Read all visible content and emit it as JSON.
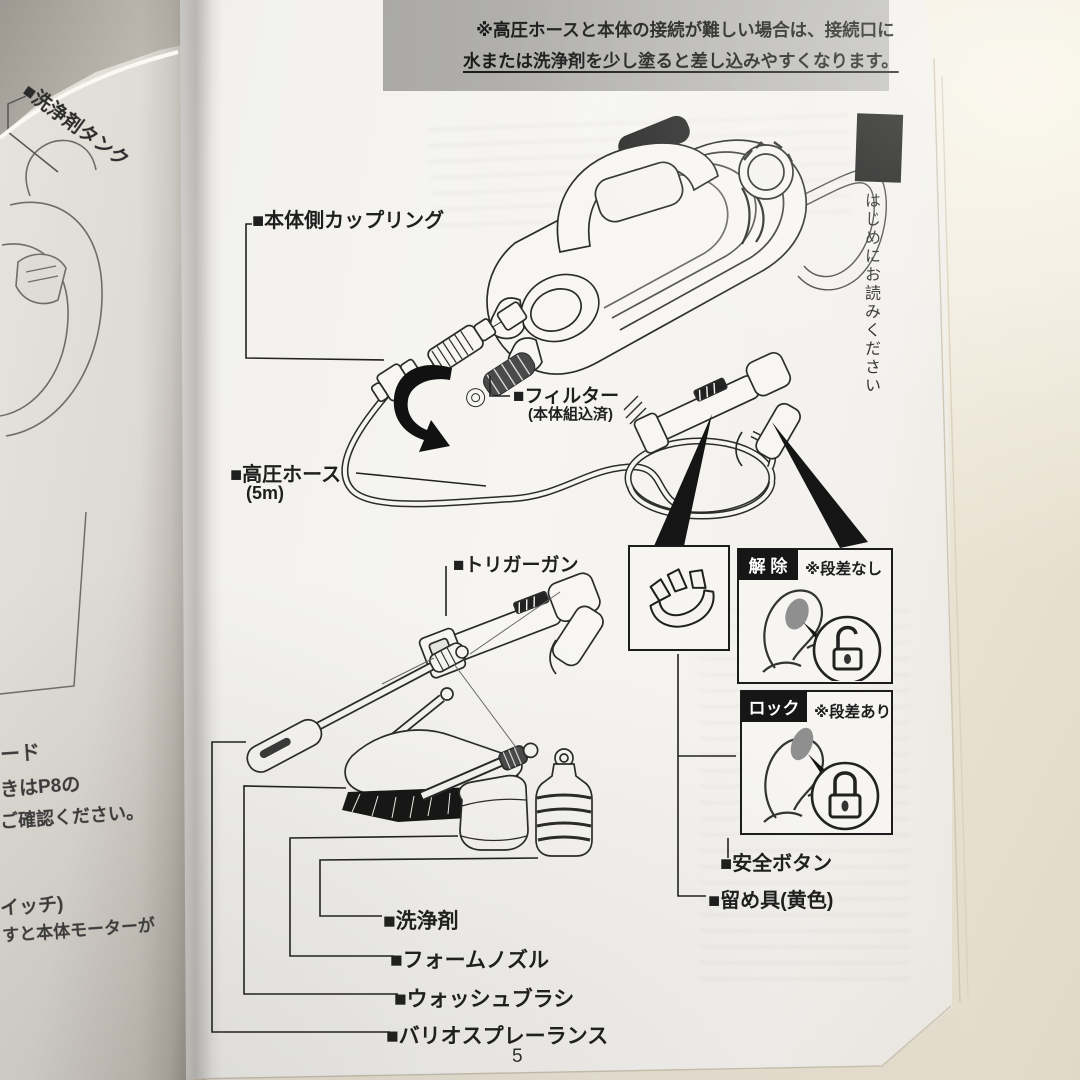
{
  "banner": {
    "line1": "※高圧ホースと本体の接続が難しい場合は、接続口に",
    "line2": "水または洗浄剤を少し塗ると差し込みやすくなります。"
  },
  "sidebar_tab": {
    "label": "はじめにお読みください"
  },
  "left_page": {
    "tank_label": "■洗浄剤タンク",
    "fragment1": "ード",
    "fragment2": "きはP8の",
    "fragment3": "ご確認ください。",
    "fragment4": "イッチ)",
    "fragment5": "すと本体モーターが"
  },
  "labels": {
    "coupling": "■本体側カップリング",
    "filter": "■フィルター",
    "filter_note": "(本体組込済)",
    "hose": "■高圧ホース",
    "hose_note": "(5m)",
    "trigger_gun": "■トリガーガン",
    "safety_button": "■安全ボタン",
    "clip": "■留め具(黄色)",
    "detergent": "■洗浄剤",
    "foam_nozzle": "■フォームノズル",
    "wash_brush": "■ウォッシュブラシ",
    "vario_lance": "■バリオスプレーランス"
  },
  "detail_boxes": {
    "unlock": {
      "badge": "解 除",
      "note": "※段差なし"
    },
    "lock": {
      "badge": "ロック",
      "note": "※段差あり"
    }
  },
  "page_number": "5",
  "colors": {
    "banner_bg": "#b5b4b1",
    "badge_bg": "#161616",
    "page_bg": "#f6f5f2",
    "backdrop": "#ece6d9",
    "line_ink": "#2b2b2b",
    "button_gray": "#8f8f8f"
  }
}
